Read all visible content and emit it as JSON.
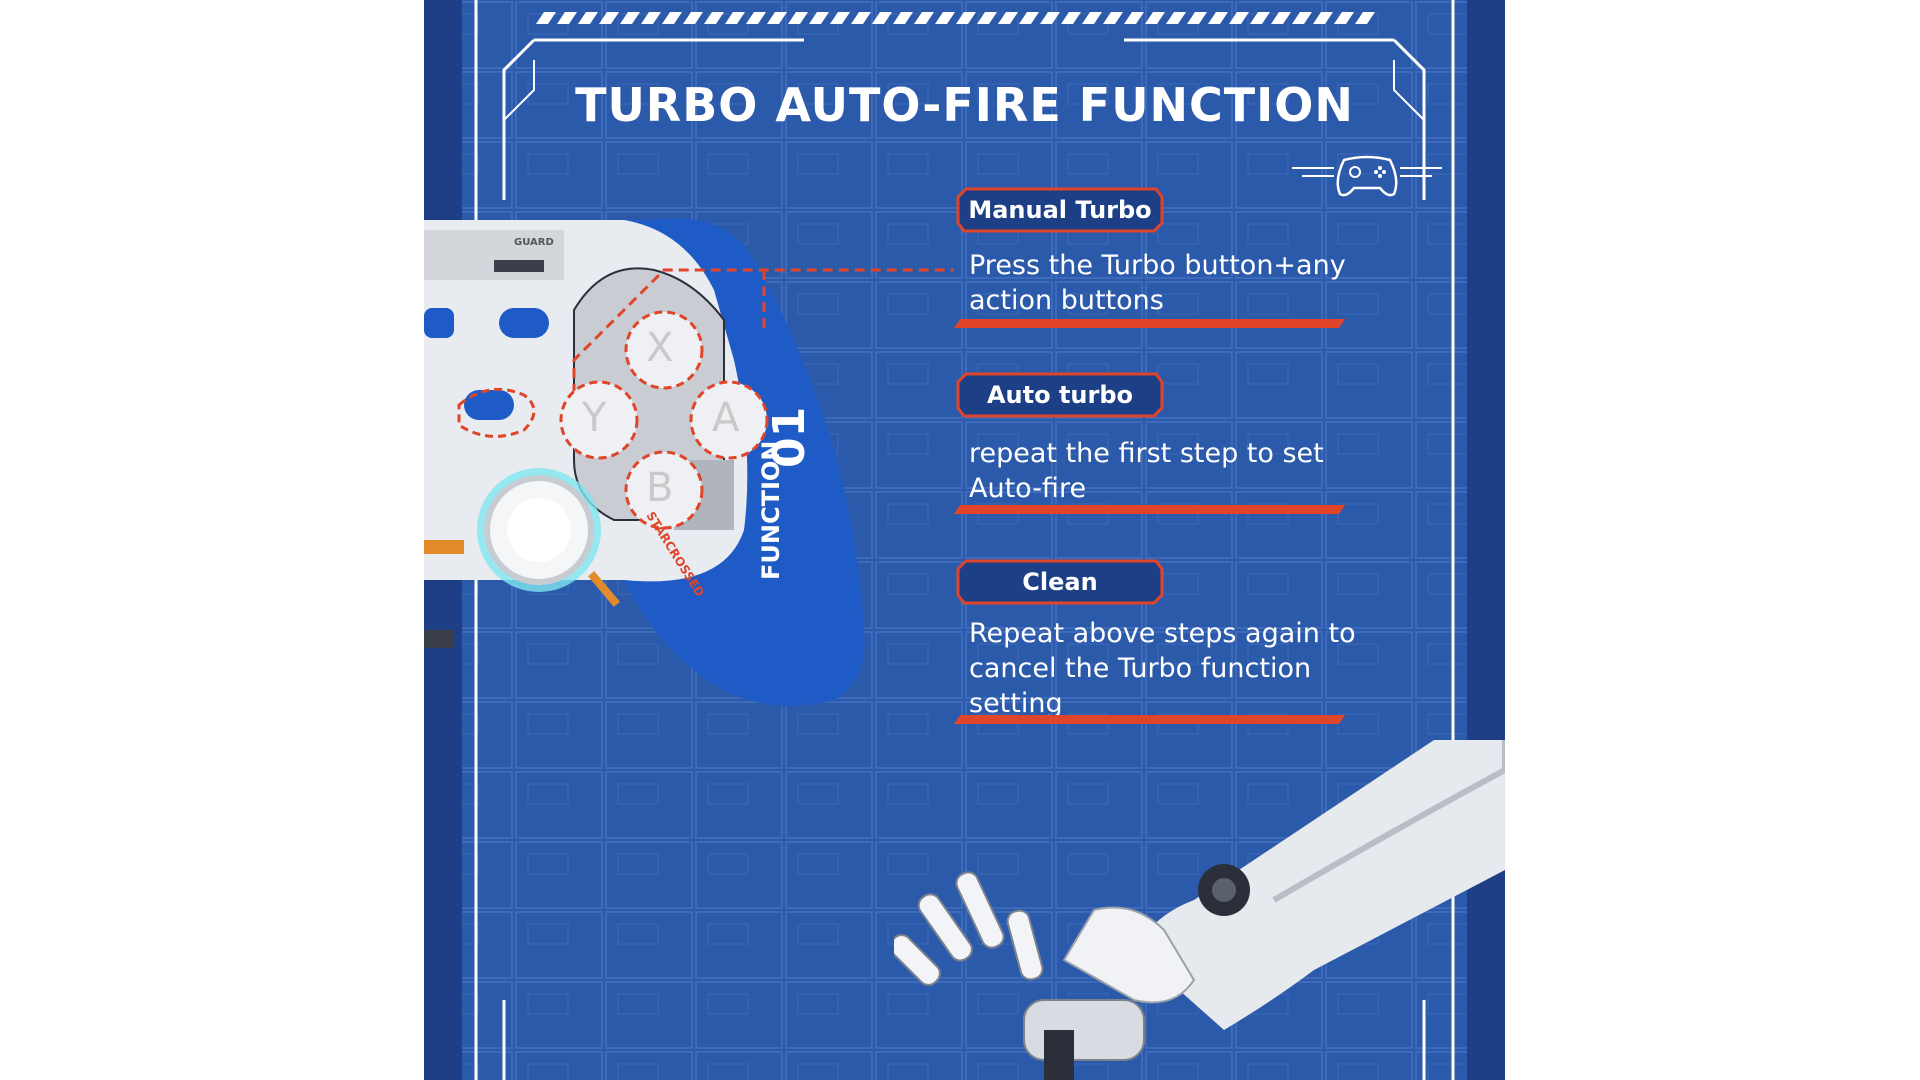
{
  "title": "TURBO AUTO-FIRE FUNCTION",
  "sections": [
    {
      "label": "Manual Turbo",
      "description": "Press the Turbo button+any action buttons"
    },
    {
      "label": "Auto turbo",
      "description": "repeat the first step to set Auto-fire"
    },
    {
      "label": "Clean",
      "description": "Repeat above steps again to cancel the Turbo function setting"
    }
  ],
  "controller": {
    "face_buttons": [
      "X",
      "Y",
      "A",
      "B"
    ],
    "brand_text": "STARCROSSED",
    "side_text": "FUNCTION",
    "model_number": "01",
    "top_text": "GUARD"
  },
  "colors": {
    "background": "#2b58a8",
    "accent_red": "#e0452a",
    "text": "#ffffff",
    "controller_blue": "#1f5bc6"
  },
  "icons": [
    "controller-icon"
  ]
}
